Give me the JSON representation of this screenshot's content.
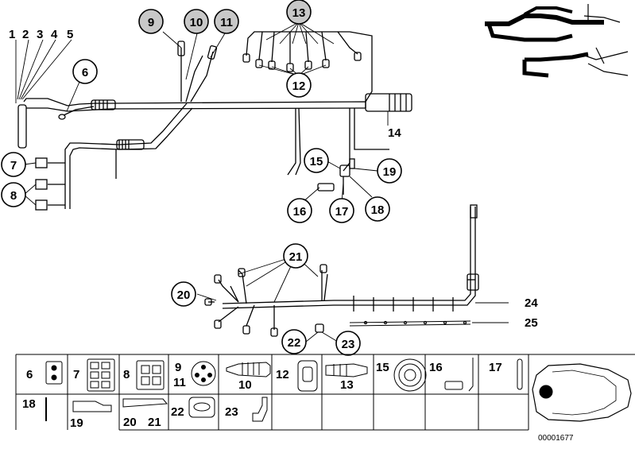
{
  "callouts": {
    "c1": "1",
    "c2": "2",
    "c3": "3",
    "c4": "4",
    "c5": "5",
    "c6": "6",
    "c7": "7",
    "c8": "8",
    "c9": "9",
    "c10": "10",
    "c11": "11",
    "c12": "12",
    "c13": "13",
    "c14": "14",
    "c15": "15",
    "c16": "16",
    "c17": "17",
    "c18": "18",
    "c19": "19",
    "c20": "20",
    "c21": "21",
    "c22": "22",
    "c23": "23",
    "c24": "24",
    "c25": "25"
  },
  "legend": {
    "t6": "6",
    "t7": "7",
    "t8": "8",
    "t9": "9",
    "t11": "11",
    "t10": "10",
    "t12": "12",
    "t13": "13",
    "t15": "15",
    "t16": "16",
    "t17": "17",
    "t18": "18",
    "t19": "19",
    "t20": "20",
    "t21": "21",
    "t22": "22",
    "t23": "23"
  },
  "footer": {
    "part_number": "00001677"
  }
}
